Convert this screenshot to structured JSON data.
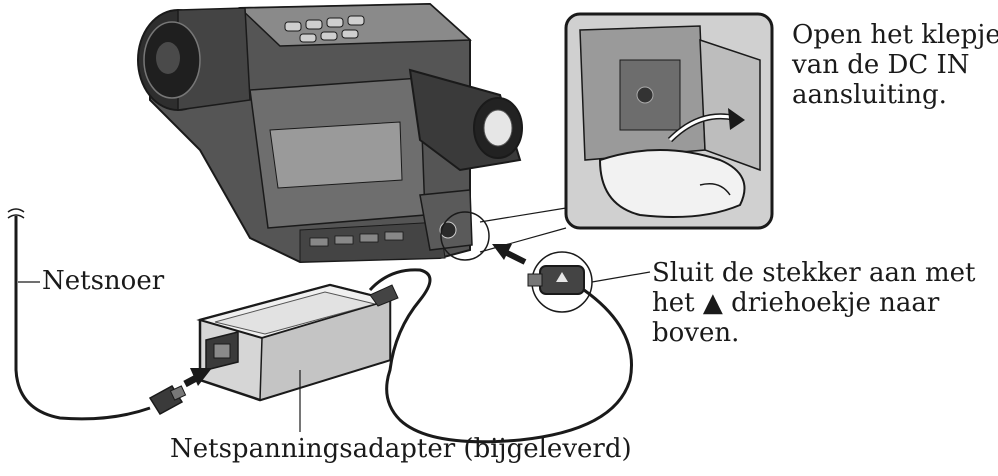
{
  "labels": {
    "open_flap": [
      "Open het klepje",
      "van de DC IN",
      "aansluiting."
    ],
    "plug": [
      "Sluit de stekker aan met",
      "het ▲ driehoekje naar",
      "boven."
    ],
    "mains_cord": "Netsnoer",
    "adapter": "Netspanningsadapter (bijgeleverd)"
  },
  "colors": {
    "line": "#1a1a1a",
    "body_dark": "#3a3a3a",
    "body_mid": "#6b6b6b",
    "body_light": "#bdbdbd",
    "highlight": "#e6e6e6"
  }
}
